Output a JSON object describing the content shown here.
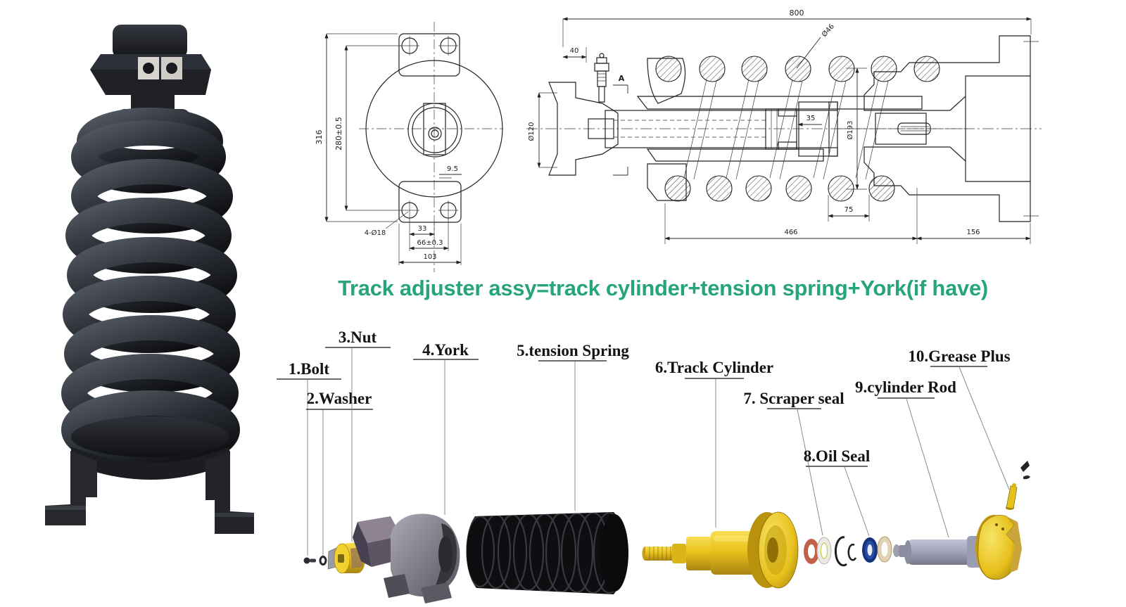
{
  "title": {
    "text": "Track adjuster assy=track cylinder+tension spring+York(if have)",
    "color": "#27a57a"
  },
  "front_view": {
    "dims": {
      "height": "316",
      "inner_height": "280±0.5",
      "step": "9.5",
      "holes": "4-Ø18",
      "hole_spacing": "33",
      "hole_span": "66±0.3",
      "base_width": "103"
    }
  },
  "section_view": {
    "marker": "A",
    "dims": {
      "overall": "800",
      "left_offset": "40",
      "wire": "Ø46",
      "bore": "Ø120",
      "piston": "35",
      "spring_od": "Ø193",
      "pitch": "75",
      "body_len": "466",
      "end_len": "156"
    }
  },
  "exploded": {
    "labels": [
      "1.Bolt",
      "2.Washer",
      "3.Nut",
      "4.York",
      "5.tension Spring",
      "6.Track Cylinder",
      "7. Scraper seal",
      "8.Oil Seal",
      "9.cylinder Rod",
      "10.Grease Plus"
    ]
  },
  "colors": {
    "title_green": "#27a57a",
    "part_yellow": "#e9c31d",
    "oil_seal_blue": "#16337f",
    "seal_red": "#c2614b",
    "metal_gray": "#9a9aa4",
    "spring_black": "#0e0e10",
    "drawing_line": "#222222"
  }
}
